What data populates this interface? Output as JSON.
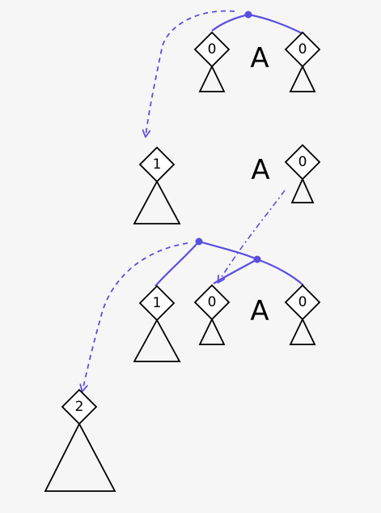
{
  "colors": {
    "link": "#5a4fe0",
    "node_fill": "#ffffff",
    "stroke": "#000000",
    "background": "#f6f6f6"
  },
  "rows": [
    {
      "nodes": [
        {
          "rank": "0"
        },
        {
          "rank": "0"
        }
      ],
      "label": "A"
    },
    {
      "nodes": [
        {
          "rank": "1"
        },
        {
          "rank": "0"
        }
      ],
      "label": "A"
    },
    {
      "nodes": [
        {
          "rank": "1"
        },
        {
          "rank": "0"
        },
        {
          "rank": "0"
        }
      ],
      "label": "A"
    },
    {
      "nodes": [
        {
          "rank": "2"
        }
      ]
    }
  ]
}
